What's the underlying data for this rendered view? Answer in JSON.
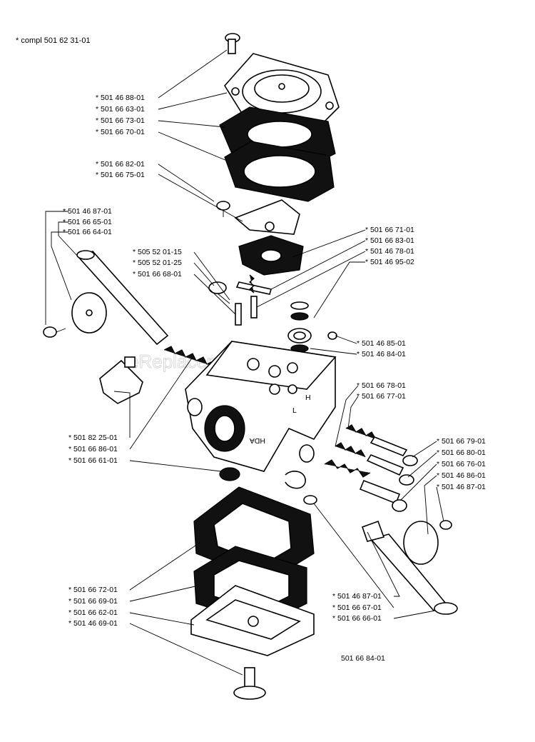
{
  "header": {
    "kit_label": "* compl 501 62 31-01"
  },
  "watermark": "eReplacementParts.com",
  "diagram_number": "501 66 84-01",
  "callouts": {
    "top": [
      "501 46 88-01",
      "501 66 63-01",
      "501 66 73-01",
      "501 66 70-01"
    ],
    "mid_left": [
      "501 66 82-01",
      "501 66 75-01"
    ],
    "shaft_left": [
      "501 46 87-01",
      "501 66 65-01",
      "501 66 64-01"
    ],
    "needle_center": [
      "505 52 01-15",
      "505 52 01-25",
      "501 66 68-01"
    ],
    "right_upper": [
      "501 66 71-01",
      "501 66 83-01",
      "501 46 78-01",
      "501 46 95-02"
    ],
    "right_screen": [
      "501 46 85-01",
      "501 46 84-01"
    ],
    "right_springs": [
      "501 66 78-01",
      "501 66 77-01"
    ],
    "far_right": [
      "501 66 79-01",
      "501 66 80-01",
      "501 66 76-01",
      "501 46 86-01",
      "501 46 87-01"
    ],
    "left_body": [
      "501 82 25-01",
      "501 66 86-01",
      "501 66 61-01"
    ],
    "bottom_left": [
      "501 66 72-01",
      "501 66 69-01",
      "501 66 62-01",
      "501 46 69-01"
    ],
    "bottom_center": [
      "501 46 87-01",
      "501 66 67-01",
      "501 66 66-01"
    ]
  },
  "body_markings": [
    "H",
    "L",
    "HDA"
  ]
}
